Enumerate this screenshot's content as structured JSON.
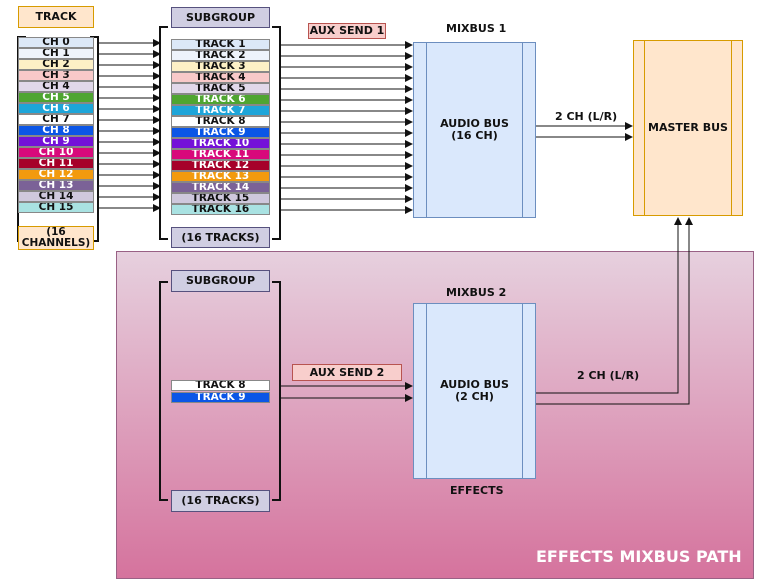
{
  "track_box": {
    "header": "TRACK",
    "footer": "(16\nCHANNELS)"
  },
  "channels": [
    {
      "label": "CH 0",
      "bg": "#dce8f7",
      "fg": "#111111"
    },
    {
      "label": "CH 1",
      "bg": "#eef3fb",
      "fg": "#111111"
    },
    {
      "label": "CH 2",
      "bg": "#fdf0c6",
      "fg": "#111111"
    },
    {
      "label": "CH 3",
      "bg": "#f8c9c9",
      "fg": "#111111"
    },
    {
      "label": "CH 4",
      "bg": "#e1d8ea",
      "fg": "#111111"
    },
    {
      "label": "CH 5",
      "bg": "#4fa531",
      "fg": "#ffffff"
    },
    {
      "label": "CH 6",
      "bg": "#1ea5d9",
      "fg": "#ffffff"
    },
    {
      "label": "CH 7",
      "bg": "#ffffff",
      "fg": "#111111"
    },
    {
      "label": "CH 8",
      "bg": "#0b56e6",
      "fg": "#ffffff"
    },
    {
      "label": "CH 9",
      "bg": "#7411d8",
      "fg": "#ffffff"
    },
    {
      "label": "CH 10",
      "bg": "#d8097b",
      "fg": "#ffffff"
    },
    {
      "label": "CH 11",
      "bg": "#a6012a",
      "fg": "#ffffff"
    },
    {
      "label": "CH 12",
      "bg": "#f29a0e",
      "fg": "#ffffff"
    },
    {
      "label": "CH 13",
      "bg": "#7b6297",
      "fg": "#ffffff"
    },
    {
      "label": "CH 14",
      "bg": "#cfc8dd",
      "fg": "#111111"
    },
    {
      "label": "CH 15",
      "bg": "#a9e2e2",
      "fg": "#111111"
    }
  ],
  "subgroup1": {
    "header": "SUBGROUP",
    "footer": "(16 TRACKS)"
  },
  "tracks": [
    {
      "label": "TRACK 1",
      "bg": "#dce8f7",
      "fg": "#111111"
    },
    {
      "label": "TRACK 2",
      "bg": "#eef3fb",
      "fg": "#111111"
    },
    {
      "label": "TRACK 3",
      "bg": "#fdf0c6",
      "fg": "#111111"
    },
    {
      "label": "TRACK 4",
      "bg": "#f8c9c9",
      "fg": "#111111"
    },
    {
      "label": "TRACK 5",
      "bg": "#e1d8ea",
      "fg": "#111111"
    },
    {
      "label": "TRACK 6",
      "bg": "#4fa531",
      "fg": "#ffffff"
    },
    {
      "label": "TRACK 7",
      "bg": "#1ea5d9",
      "fg": "#ffffff"
    },
    {
      "label": "TRACK 8",
      "bg": "#ffffff",
      "fg": "#111111"
    },
    {
      "label": "TRACK 9",
      "bg": "#0b56e6",
      "fg": "#ffffff"
    },
    {
      "label": "TRACK 10",
      "bg": "#7411d8",
      "fg": "#ffffff"
    },
    {
      "label": "TRACK 11",
      "bg": "#d8097b",
      "fg": "#ffffff"
    },
    {
      "label": "TRACK 12",
      "bg": "#a6012a",
      "fg": "#ffffff"
    },
    {
      "label": "TRACK 13",
      "bg": "#f29a0e",
      "fg": "#ffffff"
    },
    {
      "label": "TRACK 14",
      "bg": "#7b6297",
      "fg": "#ffffff"
    },
    {
      "label": "TRACK 15",
      "bg": "#cfc8dd",
      "fg": "#111111"
    },
    {
      "label": "TRACK 16",
      "bg": "#a9e2e2",
      "fg": "#111111"
    }
  ],
  "aux_send_1": "AUX SEND 1",
  "mixbus1": {
    "title": "MIXBUS 1",
    "body": "AUDIO BUS\n(16 CH)"
  },
  "link_1": "2 CH (L/R)",
  "master_bus": "MASTER BUS",
  "effects_region": {
    "title": "EFFECTS MIXBUS PATH"
  },
  "subgroup2": {
    "header": "SUBGROUP",
    "footer": "(16 TRACKS)"
  },
  "tracks2": [
    {
      "label": "TRACK 8",
      "bg": "#ffffff",
      "fg": "#111111"
    },
    {
      "label": "TRACK 9",
      "bg": "#0b56e6",
      "fg": "#ffffff"
    }
  ],
  "aux_send_2": "AUX SEND 2",
  "mixbus2": {
    "title": "MIXBUS 2",
    "body": "AUDIO BUS\n(2 CH)",
    "footer": "EFFECTS"
  },
  "link_2": "2 CH (L/R)",
  "colors": {
    "header_orange_bg": "#ffe6cc",
    "header_orange_border": "#d79b00",
    "header_purple_bg": "#d0cee2",
    "header_purple_border": "#56517e",
    "bus_blue_bg": "#dae8fc",
    "bus_blue_border": "#6c8ebf",
    "aux_bg": "#f8cecc",
    "aux_border": "#b85450",
    "region_top": "#e6d0de",
    "region_bottom": "#d5739d",
    "region_border": "#996185"
  }
}
